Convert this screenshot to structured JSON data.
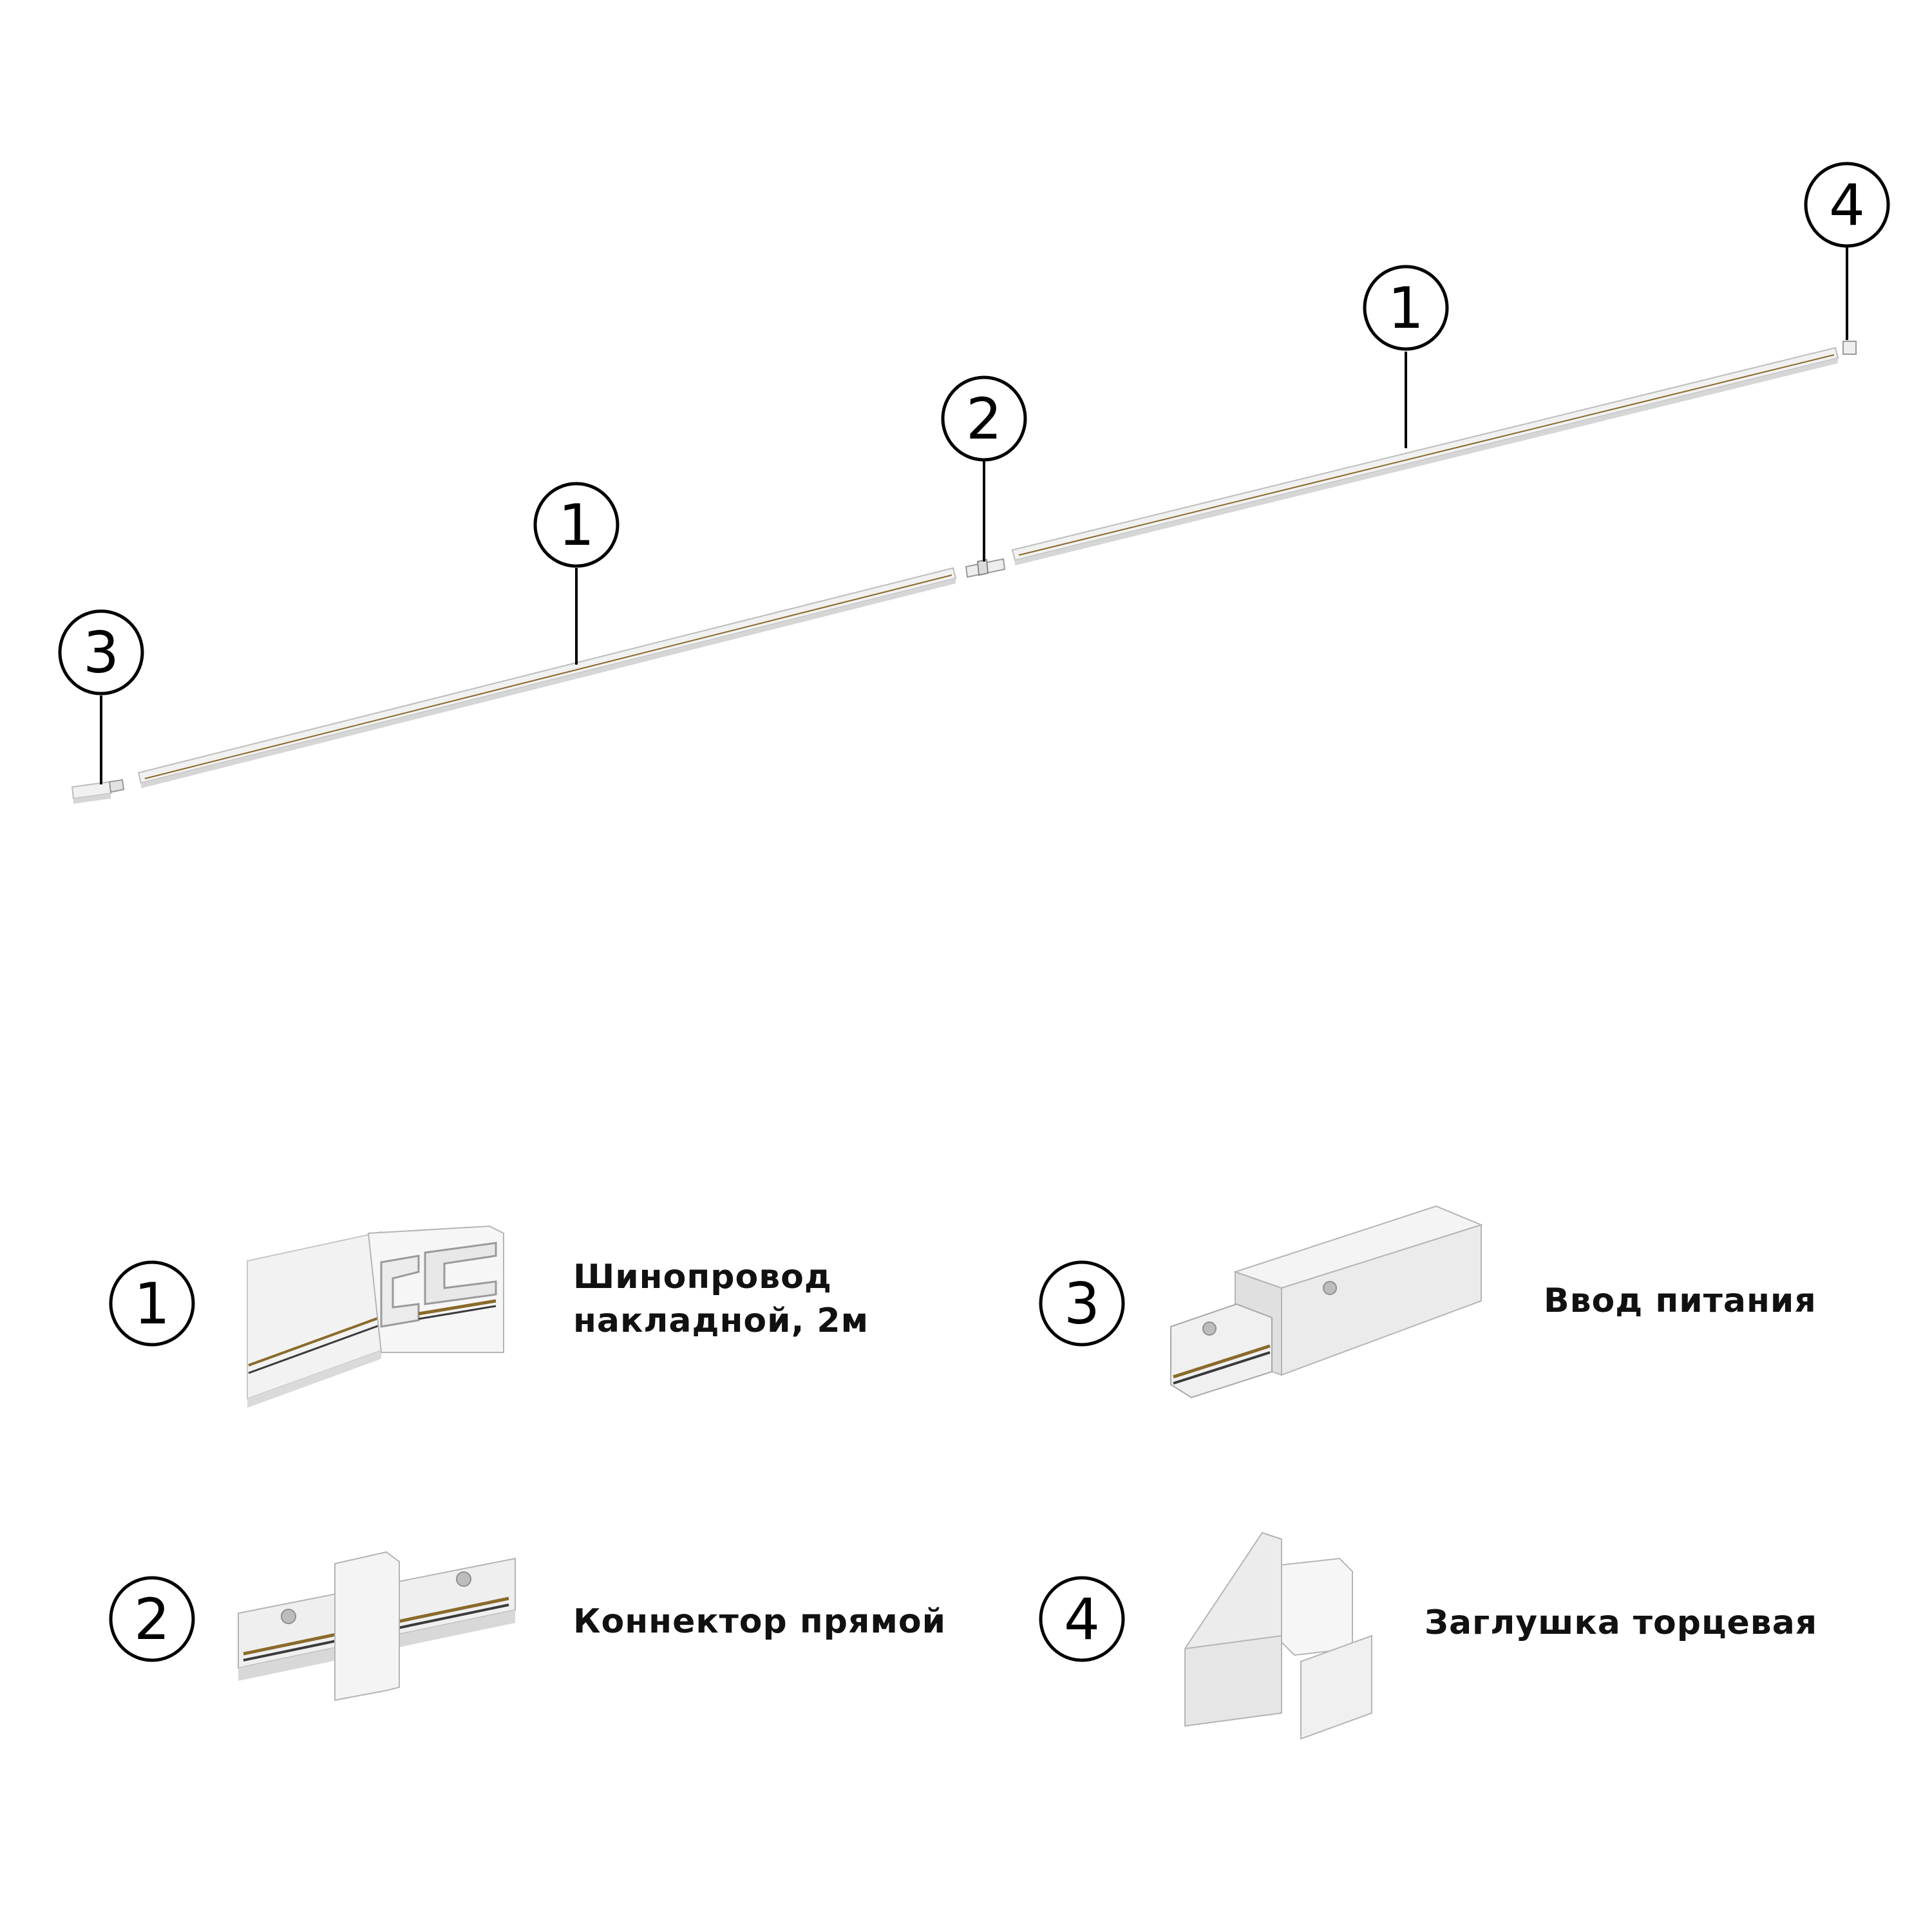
{
  "diagram": {
    "callouts": {
      "power_feed": "3",
      "rail_left": "1",
      "connector": "2",
      "rail_right": "1",
      "end_cap": "4"
    },
    "legend": [
      {
        "number": "1",
        "label_line1": "Шинопровод",
        "label_line2": "накладной, 2м"
      },
      {
        "number": "2",
        "label_line1": "Коннектор прямой"
      },
      {
        "number": "3",
        "label_line1": "Ввод питания"
      },
      {
        "number": "4",
        "label_line1": "Заглушка торцевая"
      }
    ]
  },
  "colors": {
    "outline": "#000000",
    "rail_face": "#f1f1f1",
    "rail_shadow": "#d6d6d6",
    "rail_edge": "#bdbdbd",
    "contact": "#8a6a2a",
    "dark_part": "#3a3a3a"
  }
}
